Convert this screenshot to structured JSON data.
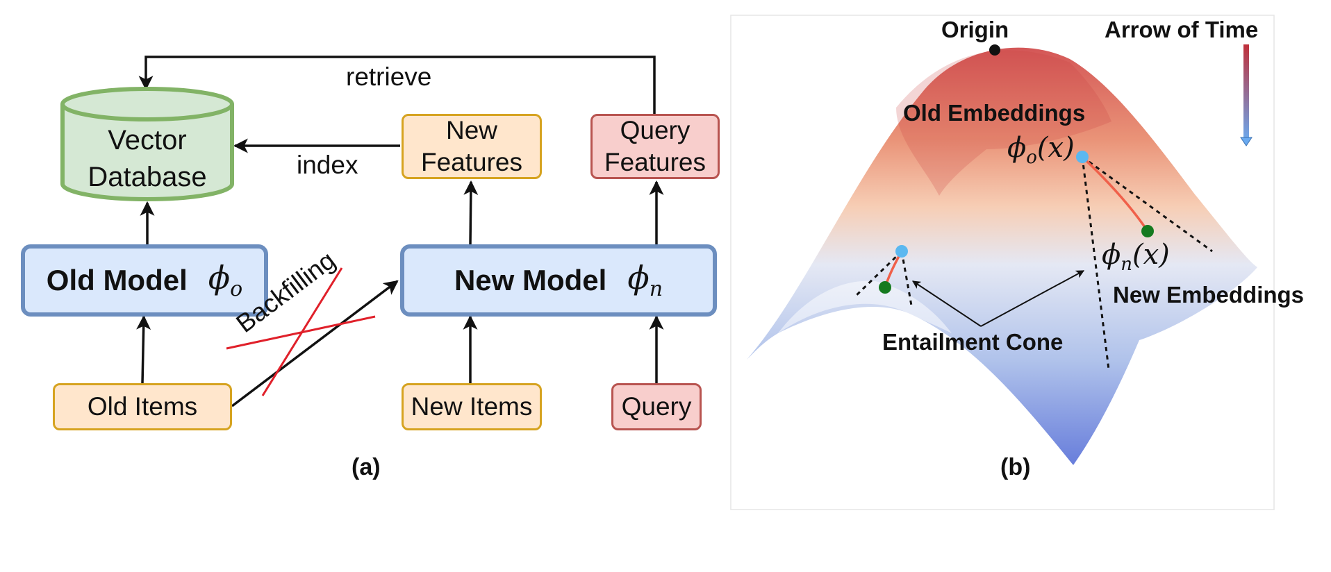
{
  "panel_a": {
    "database": {
      "line1": "Vector",
      "line2": "Database"
    },
    "retrieve_label": "retrieve",
    "index_label": "index",
    "new_features": {
      "line1": "New",
      "line2": "Features"
    },
    "query_features": {
      "line1": "Query",
      "line2": "Features"
    },
    "old_model": {
      "label": "Old Model",
      "symbol": "ϕ",
      "subscript": "o"
    },
    "new_model": {
      "label": "New Model",
      "symbol": "ϕ",
      "subscript": "n"
    },
    "backfilling_label": "Backfilling",
    "old_items": "Old Items",
    "new_items": "New Items",
    "query": "Query",
    "caption": "(a)"
  },
  "panel_b": {
    "origin_label": "Origin",
    "arrow_of_time_label": "Arrow of Time",
    "old_embeddings_label": "Old Embeddings",
    "phi_o_x": {
      "symbol": "ϕ",
      "subscript": "o",
      "arg": "(x)"
    },
    "phi_n_x": {
      "symbol": "ϕ",
      "subscript": "n",
      "arg": "(x)"
    },
    "new_embeddings_label": "New Embeddings",
    "entailment_cone_label": "Entailment Cone",
    "caption": "(b)"
  },
  "colors": {
    "db_fill": "#d5e8d4",
    "db_border": "#82b366",
    "feature_fill": "#ffe6cc",
    "feature_border": "#d6a320",
    "query_fill": "#f8cecc",
    "query_border": "#b85450",
    "model_fill": "#dae8fc",
    "model_border": "#6c8ebf",
    "old_point": "#5bb8f0",
    "new_point": "#157a1f",
    "geodesic": "#f0604a"
  }
}
